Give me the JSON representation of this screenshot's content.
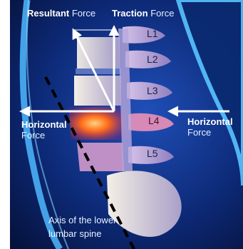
{
  "resultant": {
    "bold": "Resultant",
    "rest": "Force"
  },
  "traction": {
    "bold": "Traction",
    "rest": "Force"
  },
  "horizontal_left": {
    "bold": "Horizontal",
    "rest": "Force"
  },
  "horizontal_right": {
    "bold": "Horizontal",
    "rest": "Force"
  },
  "vertebrae": [
    "L1",
    "L2",
    "L3",
    "L4",
    "L5"
  ],
  "axis_label": {
    "line1": "Axis of the lower",
    "line2": "lumbar spine"
  },
  "colors": {
    "background": "#0a1f5c",
    "body_glow": "#3aa0ff",
    "arrow": "#ffffff",
    "inflammation": "#ff5a1a",
    "bone": "#c8b8e6"
  }
}
